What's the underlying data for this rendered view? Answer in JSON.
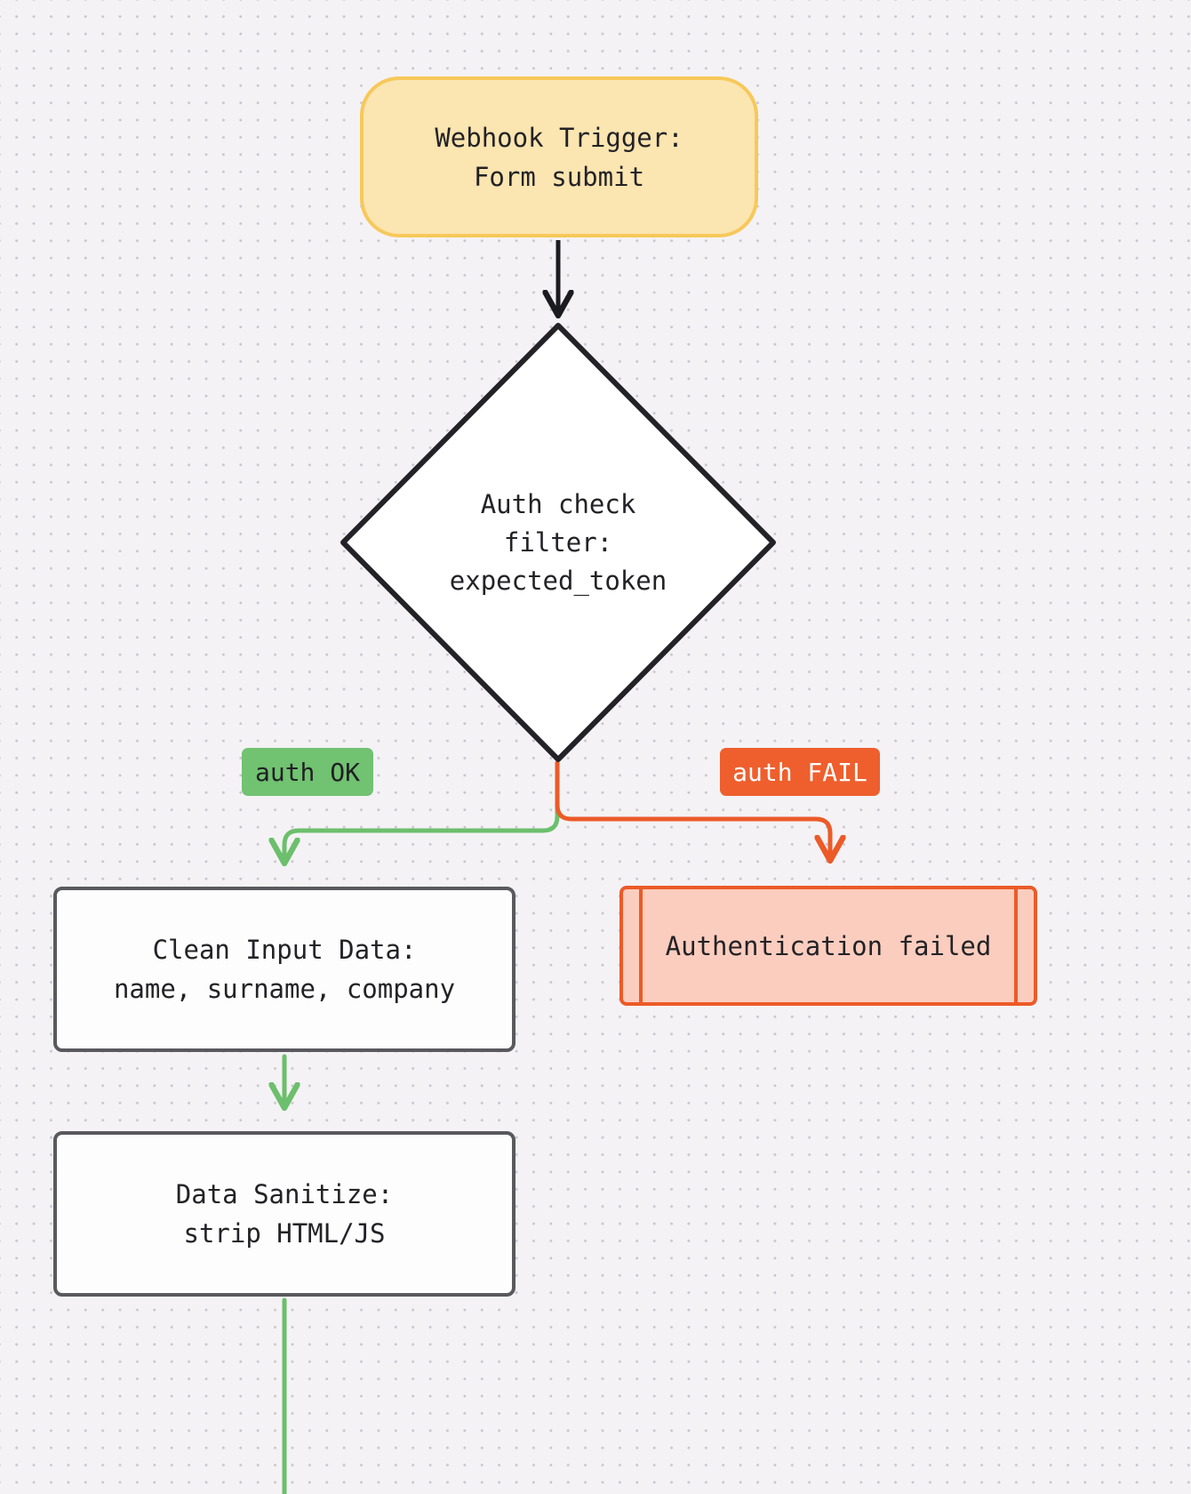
{
  "diagram": {
    "type": "flowchart",
    "direction": "top-down",
    "background_color": "#f4f2f5",
    "grid": "dotted",
    "nodes": [
      {
        "id": "trigger",
        "shape": "stadium",
        "lines": [
          "Webhook Trigger:",
          "Form submit"
        ],
        "line1": "Webhook Trigger:",
        "line2": "Form submit",
        "fill": "#fbe5b0",
        "stroke": "#f7c85a"
      },
      {
        "id": "decision",
        "shape": "diamond",
        "lines": [
          "Auth check",
          "filter:",
          "expected_token"
        ],
        "line1": "Auth check",
        "line2": "filter:",
        "line3": "expected_token",
        "fill": "#ffffff",
        "stroke": "#232226"
      },
      {
        "id": "clean",
        "shape": "process",
        "lines": [
          "Clean Input Data:",
          "name, surname, company"
        ],
        "line1": "Clean Input Data:",
        "line2": "name, surname, company",
        "fill": "#fdfdfd",
        "stroke": "#5a595e"
      },
      {
        "id": "sanitize",
        "shape": "process",
        "lines": [
          "Data Sanitize:",
          "strip HTML/JS"
        ],
        "line1": "Data Sanitize:",
        "line2": "strip HTML/JS",
        "fill": "#fdfdfd",
        "stroke": "#5a595e"
      },
      {
        "id": "error",
        "shape": "subroutine",
        "lines": [
          "Authentication failed"
        ],
        "line1": "Authentication failed",
        "fill": "#fbcdbe",
        "stroke": "#ec5a27"
      }
    ],
    "edges": [
      {
        "id": "trigger-to-decision",
        "from": "trigger",
        "to": "decision",
        "label": "",
        "color": "#1c1b1f"
      },
      {
        "id": "decision-to-clean",
        "from": "decision",
        "to": "clean",
        "label": "auth OK",
        "color": "#6cbf6c",
        "label_fill": "#71c271",
        "label_text_color": "#1f2023"
      },
      {
        "id": "decision-to-error",
        "from": "decision",
        "to": "error",
        "label": "auth FAIL",
        "color": "#ec5a27",
        "label_fill": "#ee5f2d",
        "label_text_color": "#ffffff"
      },
      {
        "id": "clean-to-sanitize",
        "from": "clean",
        "to": "sanitize",
        "label": "",
        "color": "#6cbf6c"
      },
      {
        "id": "sanitize-to-next",
        "from": "sanitize",
        "to": "",
        "label": "",
        "color": "#6cbf6c"
      }
    ]
  }
}
